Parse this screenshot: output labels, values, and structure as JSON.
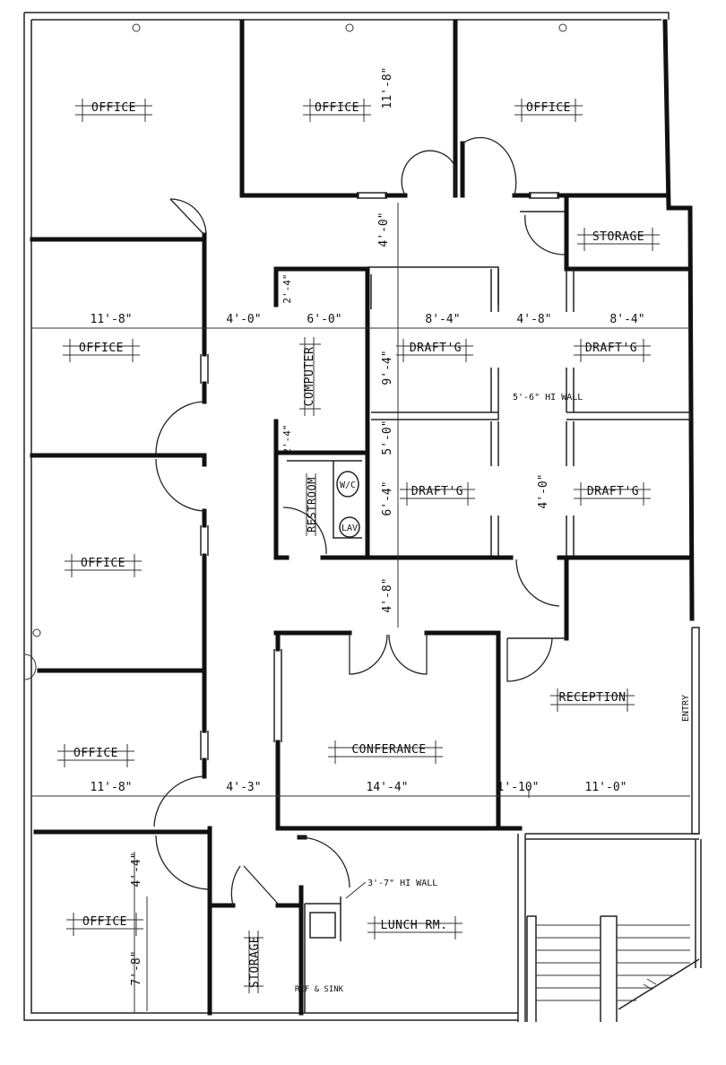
{
  "rooms": {
    "office_1": "OFFICE",
    "office_2": "OFFICE",
    "office_3": "OFFICE",
    "office_4": "OFFICE",
    "office_5": "OFFICE",
    "office_6": "OFFICE",
    "office_7": "OFFICE",
    "storage_top": "STORAGE",
    "storage_bottom": "STORAGE",
    "computer": "COMPUTER",
    "restroom": "RESTROOM",
    "drafting_1": "DRAFT'G",
    "drafting_2": "DRAFT'G",
    "drafting_3": "DRAFT'G",
    "drafting_4": "DRAFT'G",
    "reception": "RECEPTION",
    "conference": "CONFERANCE",
    "lunch": "LUNCH RM.",
    "ref_sink": "REF & SINK",
    "entry": "ENTRY"
  },
  "fixtures": {
    "wc": "W/C",
    "lav": "LAV"
  },
  "dimensions": {
    "top_office_depth": "11'-8\"",
    "corridor_top": "4'-0\"",
    "left_office_width_upper": "11'-8\"",
    "corridor_left_upper": "4'-0\"",
    "computer_width": "6'-0\"",
    "drafting_width_left": "8'-4\"",
    "drafting_aisle": "4'-8\"",
    "drafting_width_right": "8'-4\"",
    "drafting_depth_upper": "9'-4\"",
    "computer_closet": "2'-4\"",
    "restroom_closet": "2'-4\"",
    "drafting_aisle_mid": "5'-0\"",
    "drafting_depth_lower": "6'-4\"",
    "drafting_aisle_vertical": "4'-0\"",
    "corridor_mid": "4'-8\"",
    "left_office_width_lower": "11'-8\"",
    "corridor_left_lower": "4'-3\"",
    "conference_width": "14'-4\"",
    "reception_small": "1'-10\"",
    "reception_width": "11'-0\"",
    "office_bottom_depth_a": "4'-4\"",
    "office_bottom_depth_b": "7'-8\""
  },
  "notes": {
    "partition_high_wall": "5'-6\" HI WALL",
    "lunch_low_wall": "3'-7\" HI WALL"
  }
}
